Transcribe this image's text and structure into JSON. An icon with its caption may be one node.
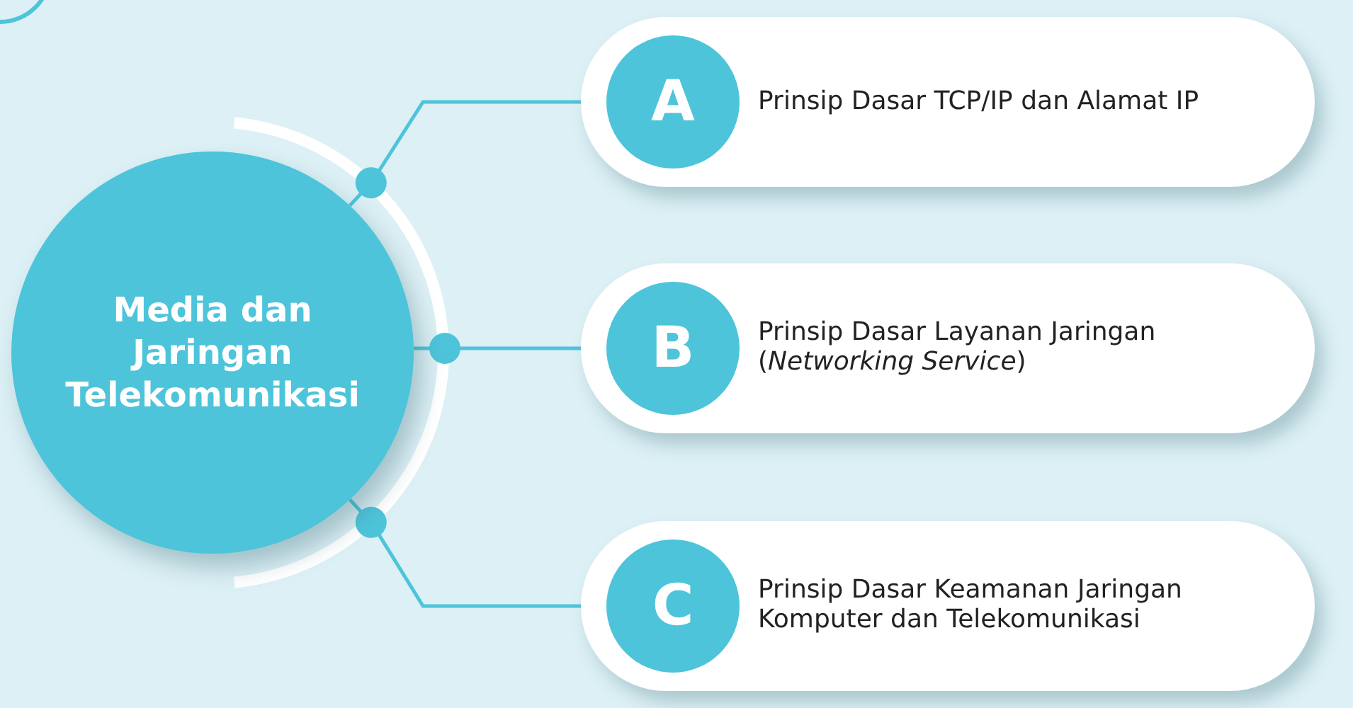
{
  "diagram": {
    "nodes": [
      {
        "text": [
          "Media dan Jaringan Telekomunikasi"
        ]
      },
      {
        "text": [
          "Prinsip Dasar TCP/IP dan Alamat IP"
        ]
      },
      {
        "text": [
          "A"
        ],
        "in": 1
      },
      {
        "text": [
          "Prinsip Dasar Layanan Jaringan (*Networking Service*)"
        ]
      },
      {
        "text": [
          "B"
        ],
        "in": 3
      },
      {
        "text": [
          "Prinsip Dasar Keamanan Jaringan Komputer dan Telekomunikasi"
        ]
      },
      {
        "text": [
          "C"
        ],
        "in": 5
      }
    ],
    "edges": [
      {
        "from": 0,
        "to": 2,
        "arrow": "other"
      },
      {
        "from": 0,
        "to": 4,
        "arrow": "other"
      },
      {
        "from": 0,
        "to": 6,
        "arrow": "other"
      }
    ]
  }
}
